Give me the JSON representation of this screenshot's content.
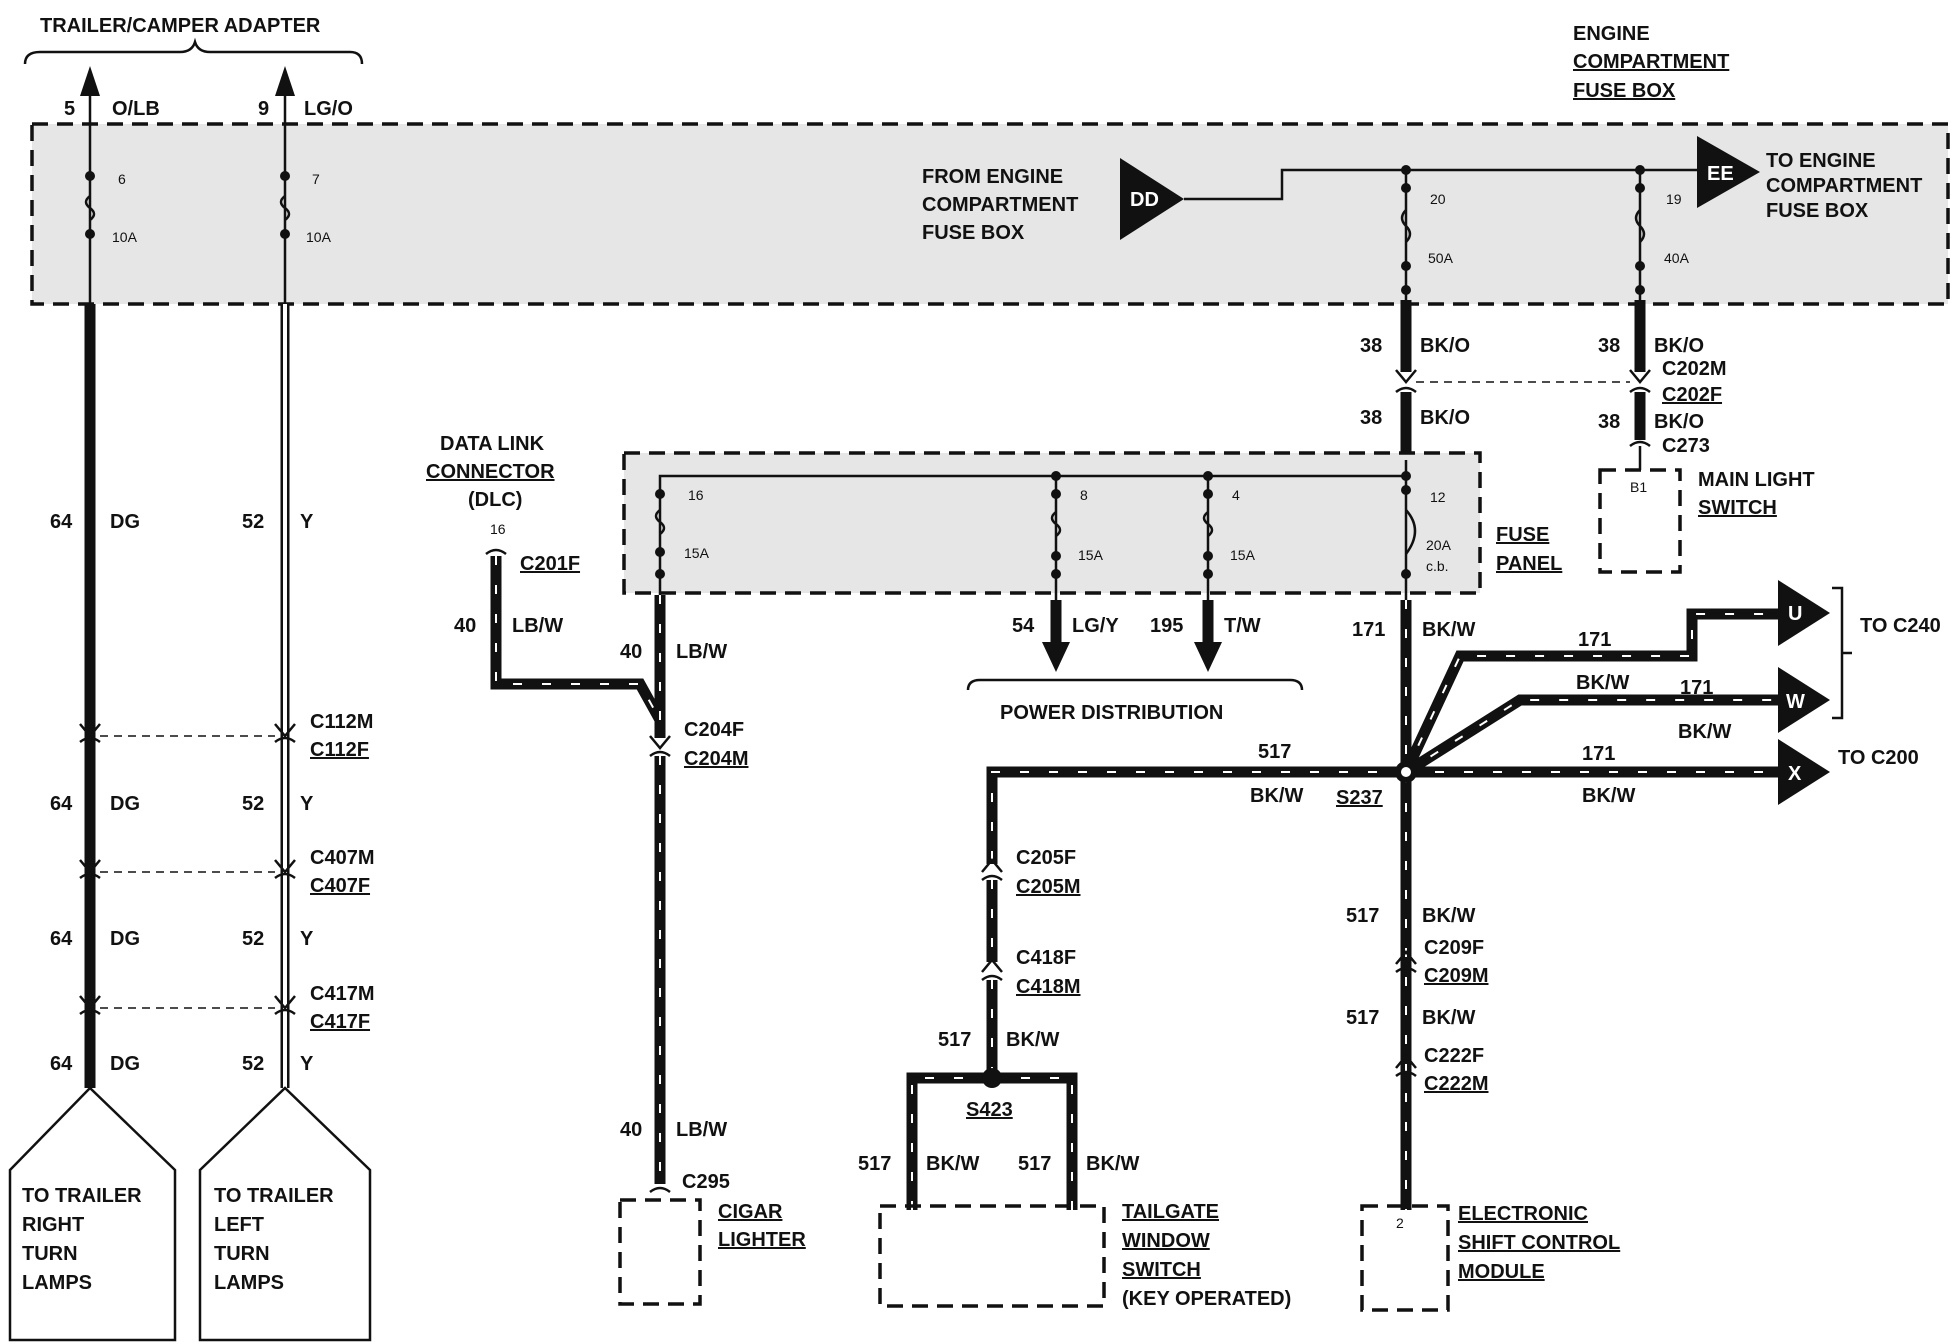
{
  "title": "TRAILER/CAMPER ADAPTER",
  "engine_box": {
    "l1": "ENGINE",
    "l2": "COMPARTMENT",
    "l3": "FUSE BOX"
  },
  "from_engine": {
    "l1": "FROM ENGINE",
    "l2": "COMPARTMENT",
    "l3": "FUSE BOX",
    "tag": "DD"
  },
  "to_engine": {
    "l1": "TO ENGINE",
    "l2": "COMPARTMENT",
    "l3": "FUSE BOX",
    "tag": "EE"
  },
  "adapter": {
    "pin5": "5",
    "color5": "O/LB",
    "pin9": "9",
    "color9": "LG/O"
  },
  "fuses_engine": [
    {
      "num": "6",
      "amp": "10A"
    },
    {
      "num": "7",
      "amp": "10A"
    },
    {
      "num": "20",
      "amp": "50A"
    },
    {
      "num": "19",
      "amp": "40A"
    }
  ],
  "fuse_panel": {
    "l1": "FUSE",
    "l2": "PANEL"
  },
  "fuses_panel": [
    {
      "num": "16",
      "amp": "15A"
    },
    {
      "num": "8",
      "amp": "15A"
    },
    {
      "num": "4",
      "amp": "15A"
    },
    {
      "num": "12",
      "amp": "20A",
      "amp2": "c.b."
    }
  ],
  "wires": {
    "w38": "38",
    "bko": "BK/O",
    "w64": "64",
    "dg": "DG",
    "w52": "52",
    "y": "Y",
    "w40": "40",
    "lbw": "LB/W",
    "w54": "54",
    "lgy": "LG/Y",
    "w195": "195",
    "tw": "T/W",
    "w171": "171",
    "bkw": "BK/W",
    "w517": "517"
  },
  "connectors": {
    "c202m": "C202M",
    "c202f": "C202F",
    "c273": "C273",
    "c112m": "C112M",
    "c112f": "C112F",
    "c407m": "C407M",
    "c407f": "C407F",
    "c417m": "C417M",
    "c417f": "C417F",
    "c201f": "C201F",
    "c204f": "C204F",
    "c204m": "C204M",
    "c295": "C295",
    "c205f": "C205F",
    "c205m": "C205M",
    "c418f": "C418F",
    "c418m": "C418M",
    "c209f": "C209F",
    "c209m": "C209M",
    "c222f": "C222F",
    "c222m": "C222M"
  },
  "splices": {
    "s237": "S237",
    "s423": "S423"
  },
  "dlc": {
    "l1": "DATA LINK",
    "l2": "CONNECTOR",
    "l3": "(DLC)",
    "pin": "16"
  },
  "main_light": {
    "l1": "MAIN LIGHT",
    "l2": "SWITCH",
    "pin": "B1"
  },
  "power_dist": "POWER DISTRIBUTION",
  "to_c240": "TO C240",
  "to_c200": "TO C200",
  "arrows": {
    "u": "U",
    "w": "W",
    "x": "X"
  },
  "right_lamps": {
    "l1": "TO TRAILER",
    "l2": "RIGHT",
    "l3": "TURN",
    "l4": "LAMPS"
  },
  "left_lamps": {
    "l1": "TO TRAILER",
    "l2": "LEFT",
    "l3": "TURN",
    "l4": "LAMPS"
  },
  "cigar": {
    "l1": "CIGAR",
    "l2": "LIGHTER"
  },
  "tailgate": {
    "l1": "TAILGATE",
    "l2": "WINDOW",
    "l3": "SWITCH",
    "l4": "(KEY OPERATED)"
  },
  "escm": {
    "l1": "ELECTRONIC",
    "l2": "SHIFT CONTROL",
    "l3": "MODULE",
    "pin": "2"
  }
}
